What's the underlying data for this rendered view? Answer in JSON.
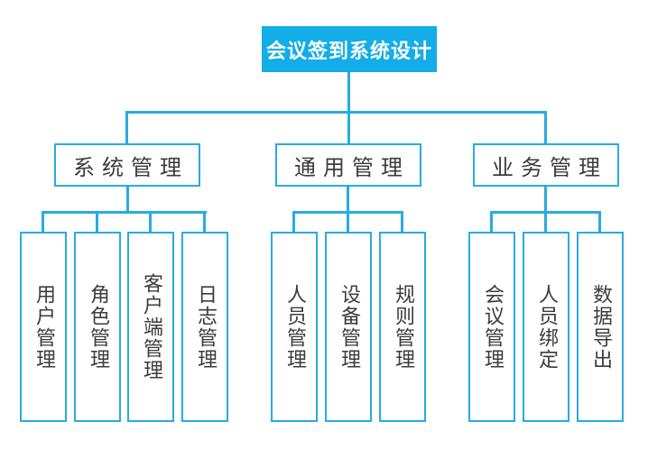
{
  "diagram": {
    "title": "会议签到系统设计",
    "root": {
      "label": "会议签到系统设计"
    },
    "groups": [
      {
        "label": "系统管理",
        "children": [
          {
            "label": "用户管理"
          },
          {
            "label": "角色管理"
          },
          {
            "label": "客户端管理"
          },
          {
            "label": "日志管理"
          }
        ]
      },
      {
        "label": "通用管理",
        "children": [
          {
            "label": "人员管理"
          },
          {
            "label": "设备管理"
          },
          {
            "label": "规则管理"
          }
        ]
      },
      {
        "label": "业务管理",
        "children": [
          {
            "label": "会议管理"
          },
          {
            "label": "人员绑定"
          },
          {
            "label": "数据导出"
          }
        ]
      }
    ],
    "colors": {
      "accent": "#29ABE2",
      "root_fill": "#13ADE7",
      "root_text": "#FFFFFF",
      "node_text": "#3C3C3C",
      "background": "#FFFFFF"
    }
  }
}
